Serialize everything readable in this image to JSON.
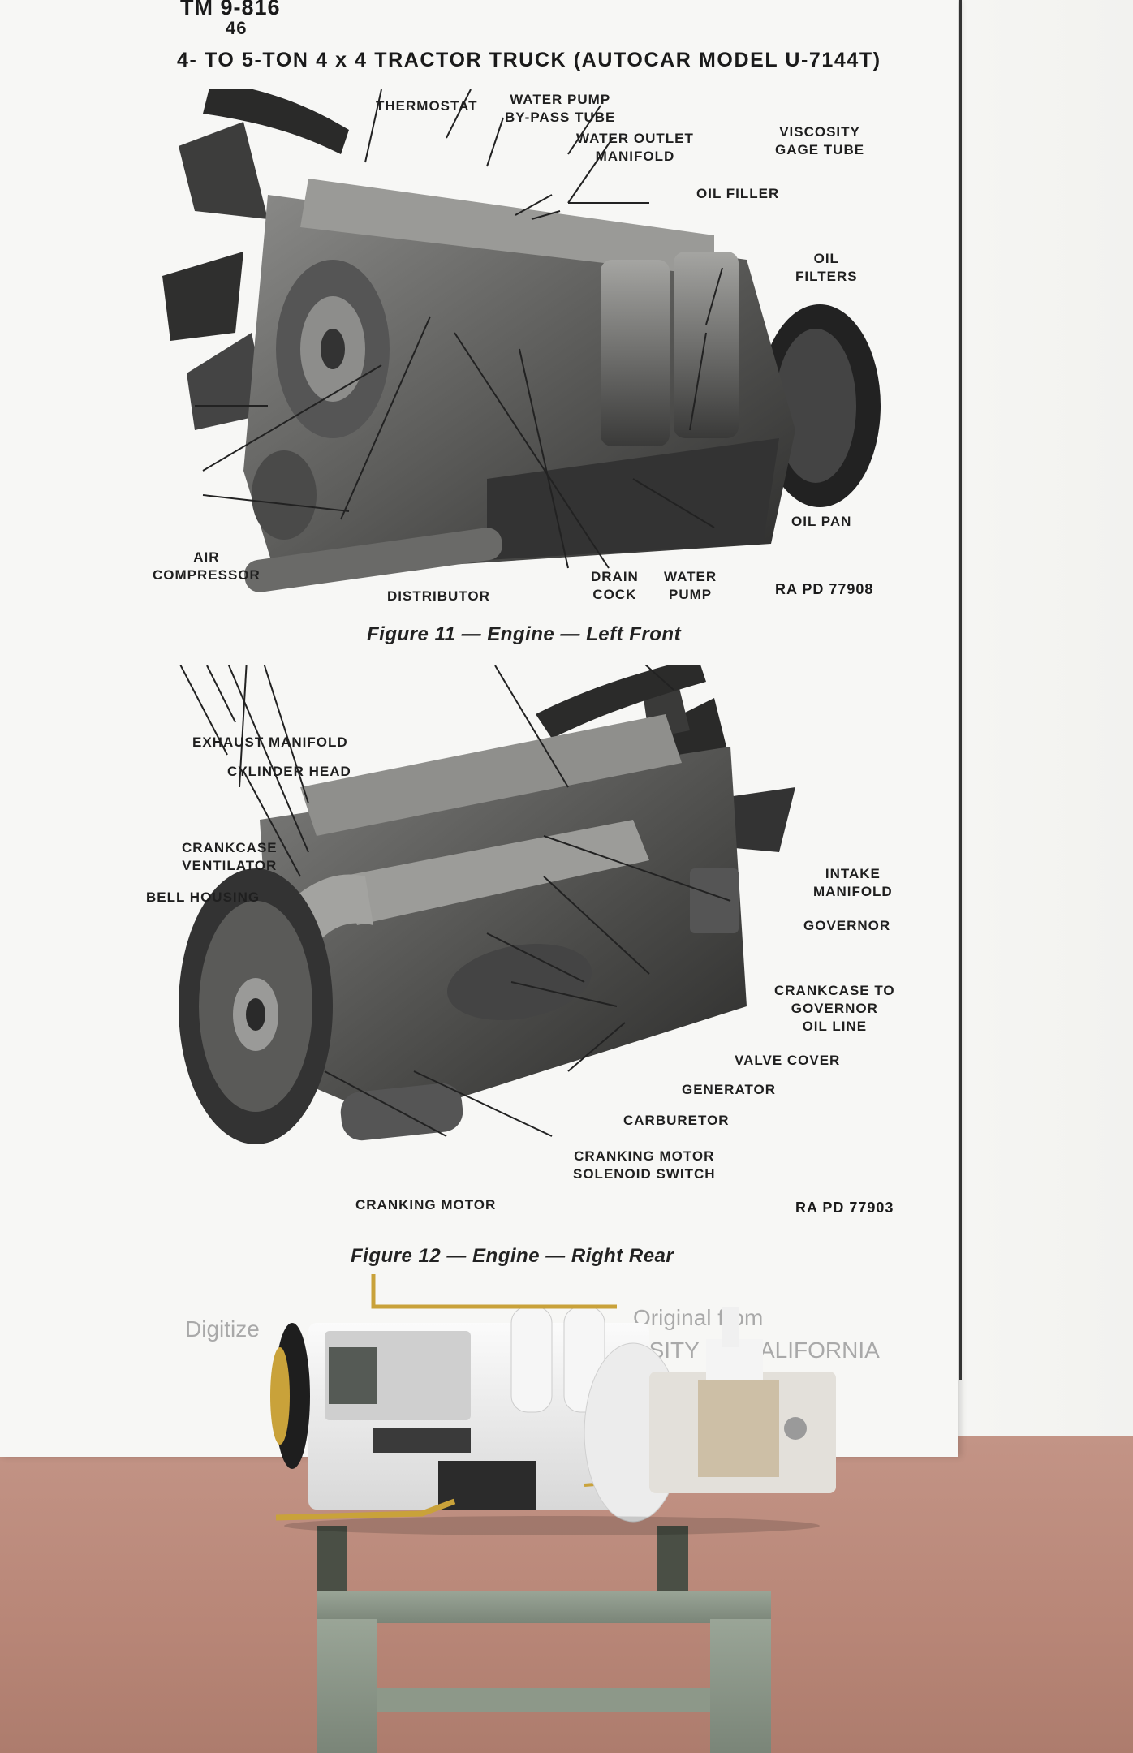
{
  "header": {
    "tm_number": "TM 9-816",
    "page_number": "46",
    "title": "4- TO 5-TON 4 x 4 TRACTOR TRUCK (AUTOCAR MODEL U-7144T)"
  },
  "figure11": {
    "caption": "Figure 11 — Engine — Left Front",
    "ref": "RA PD 77908",
    "labels": {
      "thermostat": "THERMOSTAT",
      "water_pump_bypass_1": "WATER PUMP",
      "water_pump_bypass_2": "BY-PASS TUBE",
      "water_outlet_1": "WATER OUTLET",
      "water_outlet_2": "MANIFOLD",
      "viscosity_1": "VISCOSITY",
      "viscosity_2": "GAGE TUBE",
      "oil_filler": "OIL FILLER",
      "oil_filters_1": "OIL",
      "oil_filters_2": "FILTERS",
      "oil_pan": "OIL PAN",
      "air_compressor_1": "AIR",
      "air_compressor_2": "COMPRESSOR",
      "distributor": "DISTRIBUTOR",
      "drain_cock_1": "DRAIN",
      "drain_cock_2": "COCK",
      "water_pump_1": "WATER",
      "water_pump_2": "PUMP"
    }
  },
  "figure12": {
    "caption": "Figure 12 — Engine — Right Rear",
    "ref": "RA PD 77903",
    "labels": {
      "exhaust_manifold": "EXHAUST MANIFOLD",
      "cylinder_head": "CYLINDER HEAD",
      "crankcase_vent_1": "CRANKCASE",
      "crankcase_vent_2": "VENTILATOR",
      "bell_housing": "BELL HOUSING",
      "intake_manifold_1": "INTAKE",
      "intake_manifold_2": "MANIFOLD",
      "governor": "GOVERNOR",
      "crankcase_gov_1": "CRANKCASE TO",
      "crankcase_gov_2": "GOVERNOR",
      "crankcase_gov_3": "OIL LINE",
      "valve_cover": "VALVE COVER",
      "generator": "GENERATOR",
      "carburetor": "CARBURETOR",
      "cranking_solenoid_1": "CRANKING MOTOR",
      "cranking_solenoid_2": "SOLENOID SWITCH",
      "cranking_motor": "CRANKING MOTOR"
    }
  },
  "watermark": {
    "digitized": "Digitize",
    "original_from": "Original from",
    "university": "VERSITY OF CALIFORNIA"
  },
  "colors": {
    "tabletop": "#b7887a",
    "stand": "#8e9a8b",
    "model_body": "#eeeeee",
    "brass": "#c9a23a"
  }
}
